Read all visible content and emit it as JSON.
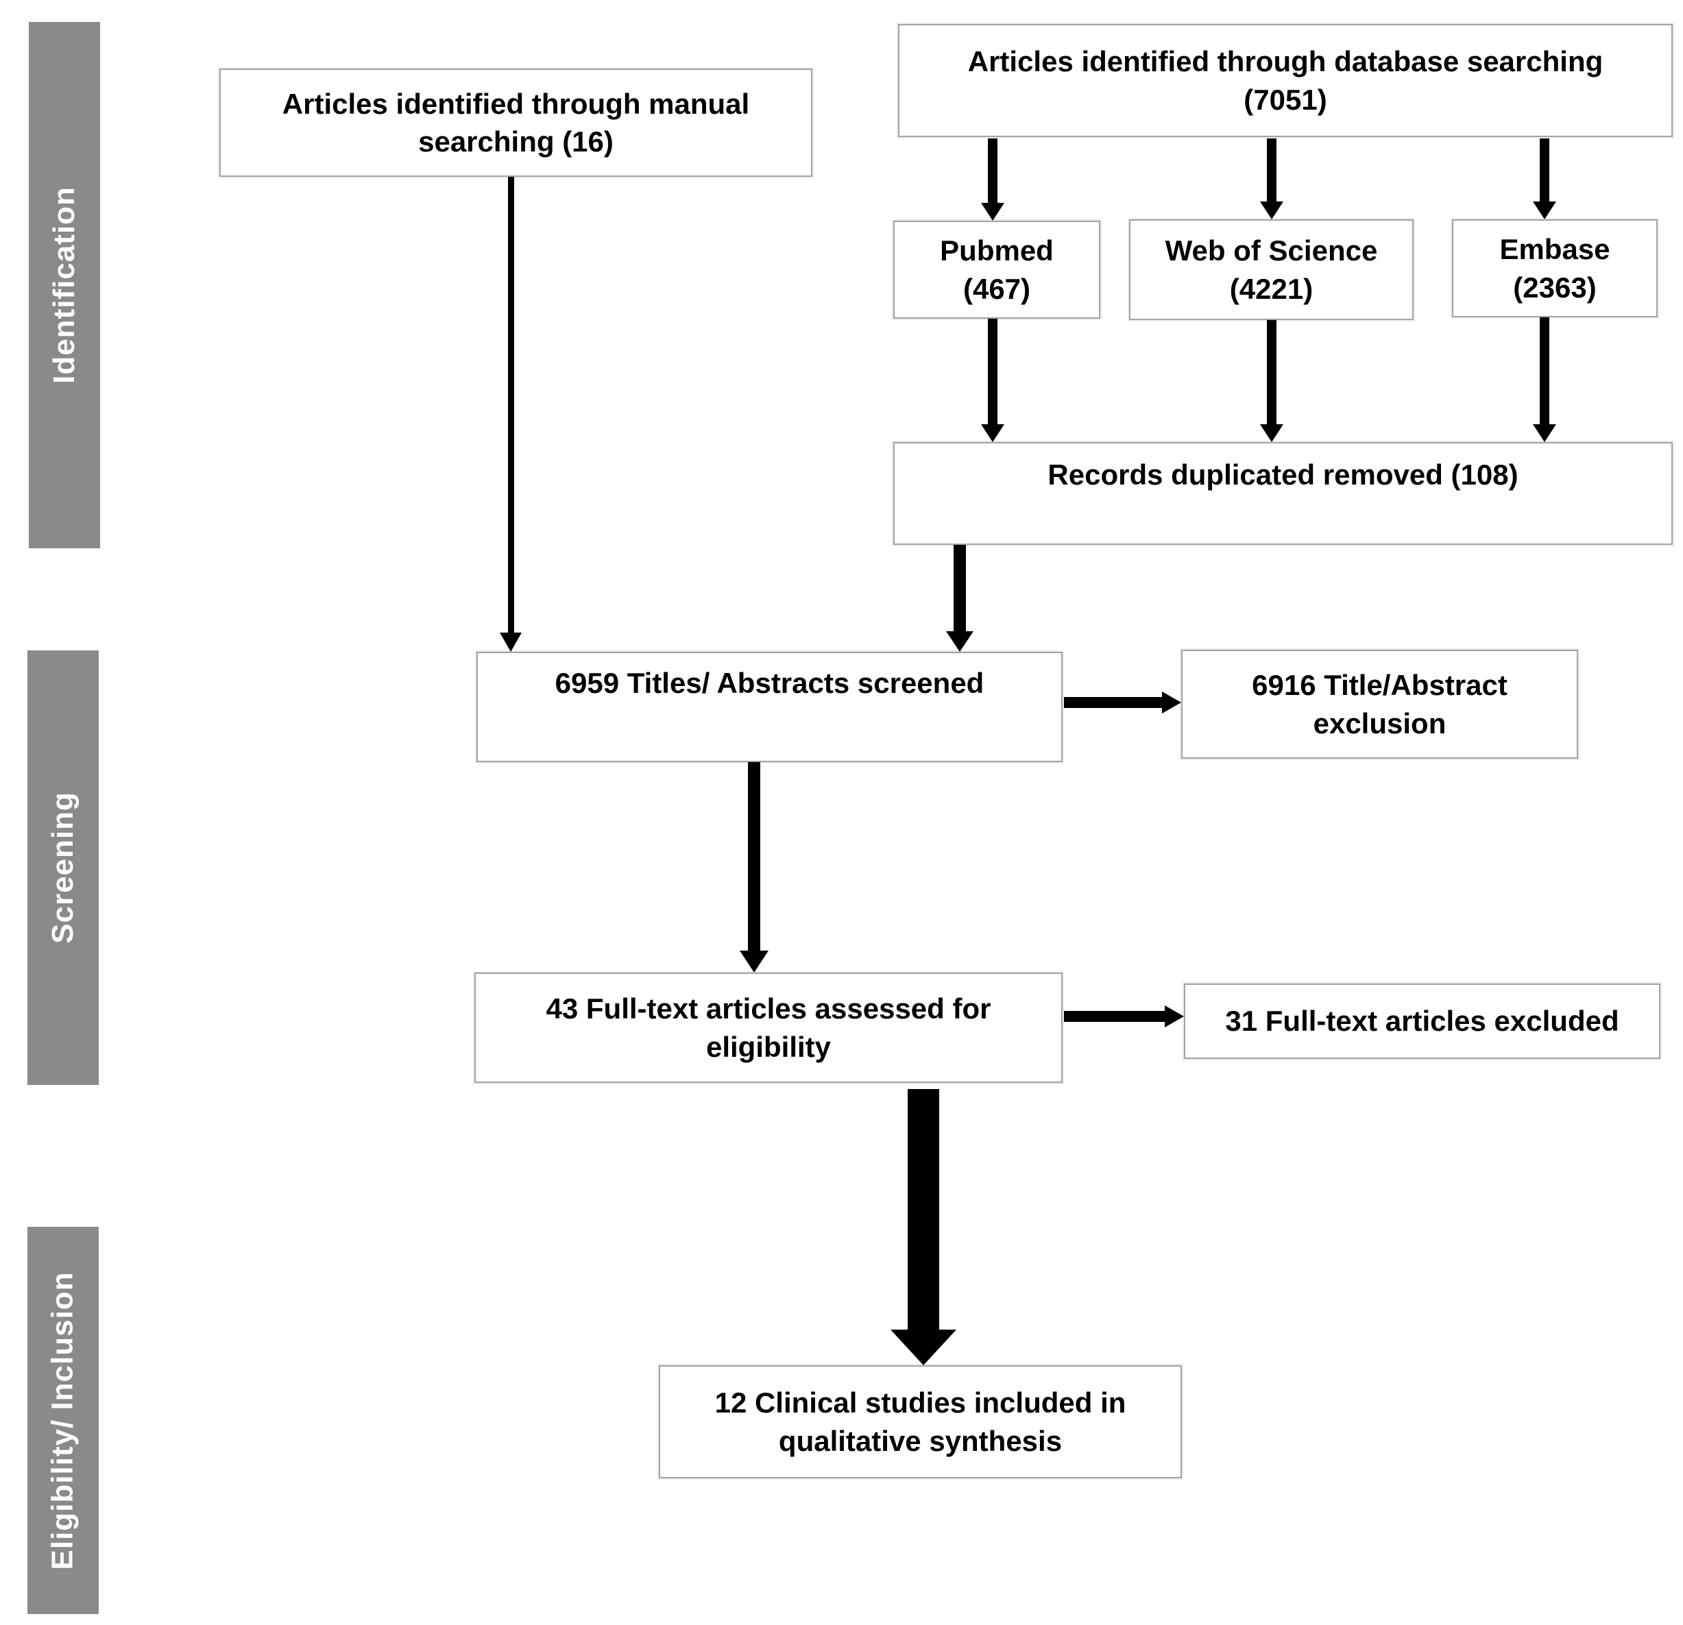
{
  "sidebar": {
    "identification": "Identification",
    "screening": "Screening",
    "eligibility_inclusion": "Eligibility/ Inclusion"
  },
  "boxes": {
    "manual": "Articles identified through manual\nsearching (16)",
    "database": "Articles identified through database searching\n(7051)",
    "pubmed": "Pubmed\n(467)",
    "web_of_science": "Web of Science\n(4221)",
    "embase": "Embase\n(2363)",
    "duplicates_removed": "Records duplicated removed (108)",
    "titles_screened": "6959 Titles/ Abstracts screened",
    "title_abstract_exclusion": "6916 Title/Abstract\nexclusion",
    "fulltext_assessed": "43 Full-text articles assessed for\neligibility",
    "fulltext_excluded": "31 Full-text articles excluded",
    "included_studies": "12 Clinical studies included in\nqualitative synthesis"
  },
  "colors": {
    "stage_bar": "#8a8a8a",
    "box_border": "#a3a3a3",
    "arrow": "#000000",
    "text": "#000000",
    "bar_text": "#ffffff"
  }
}
